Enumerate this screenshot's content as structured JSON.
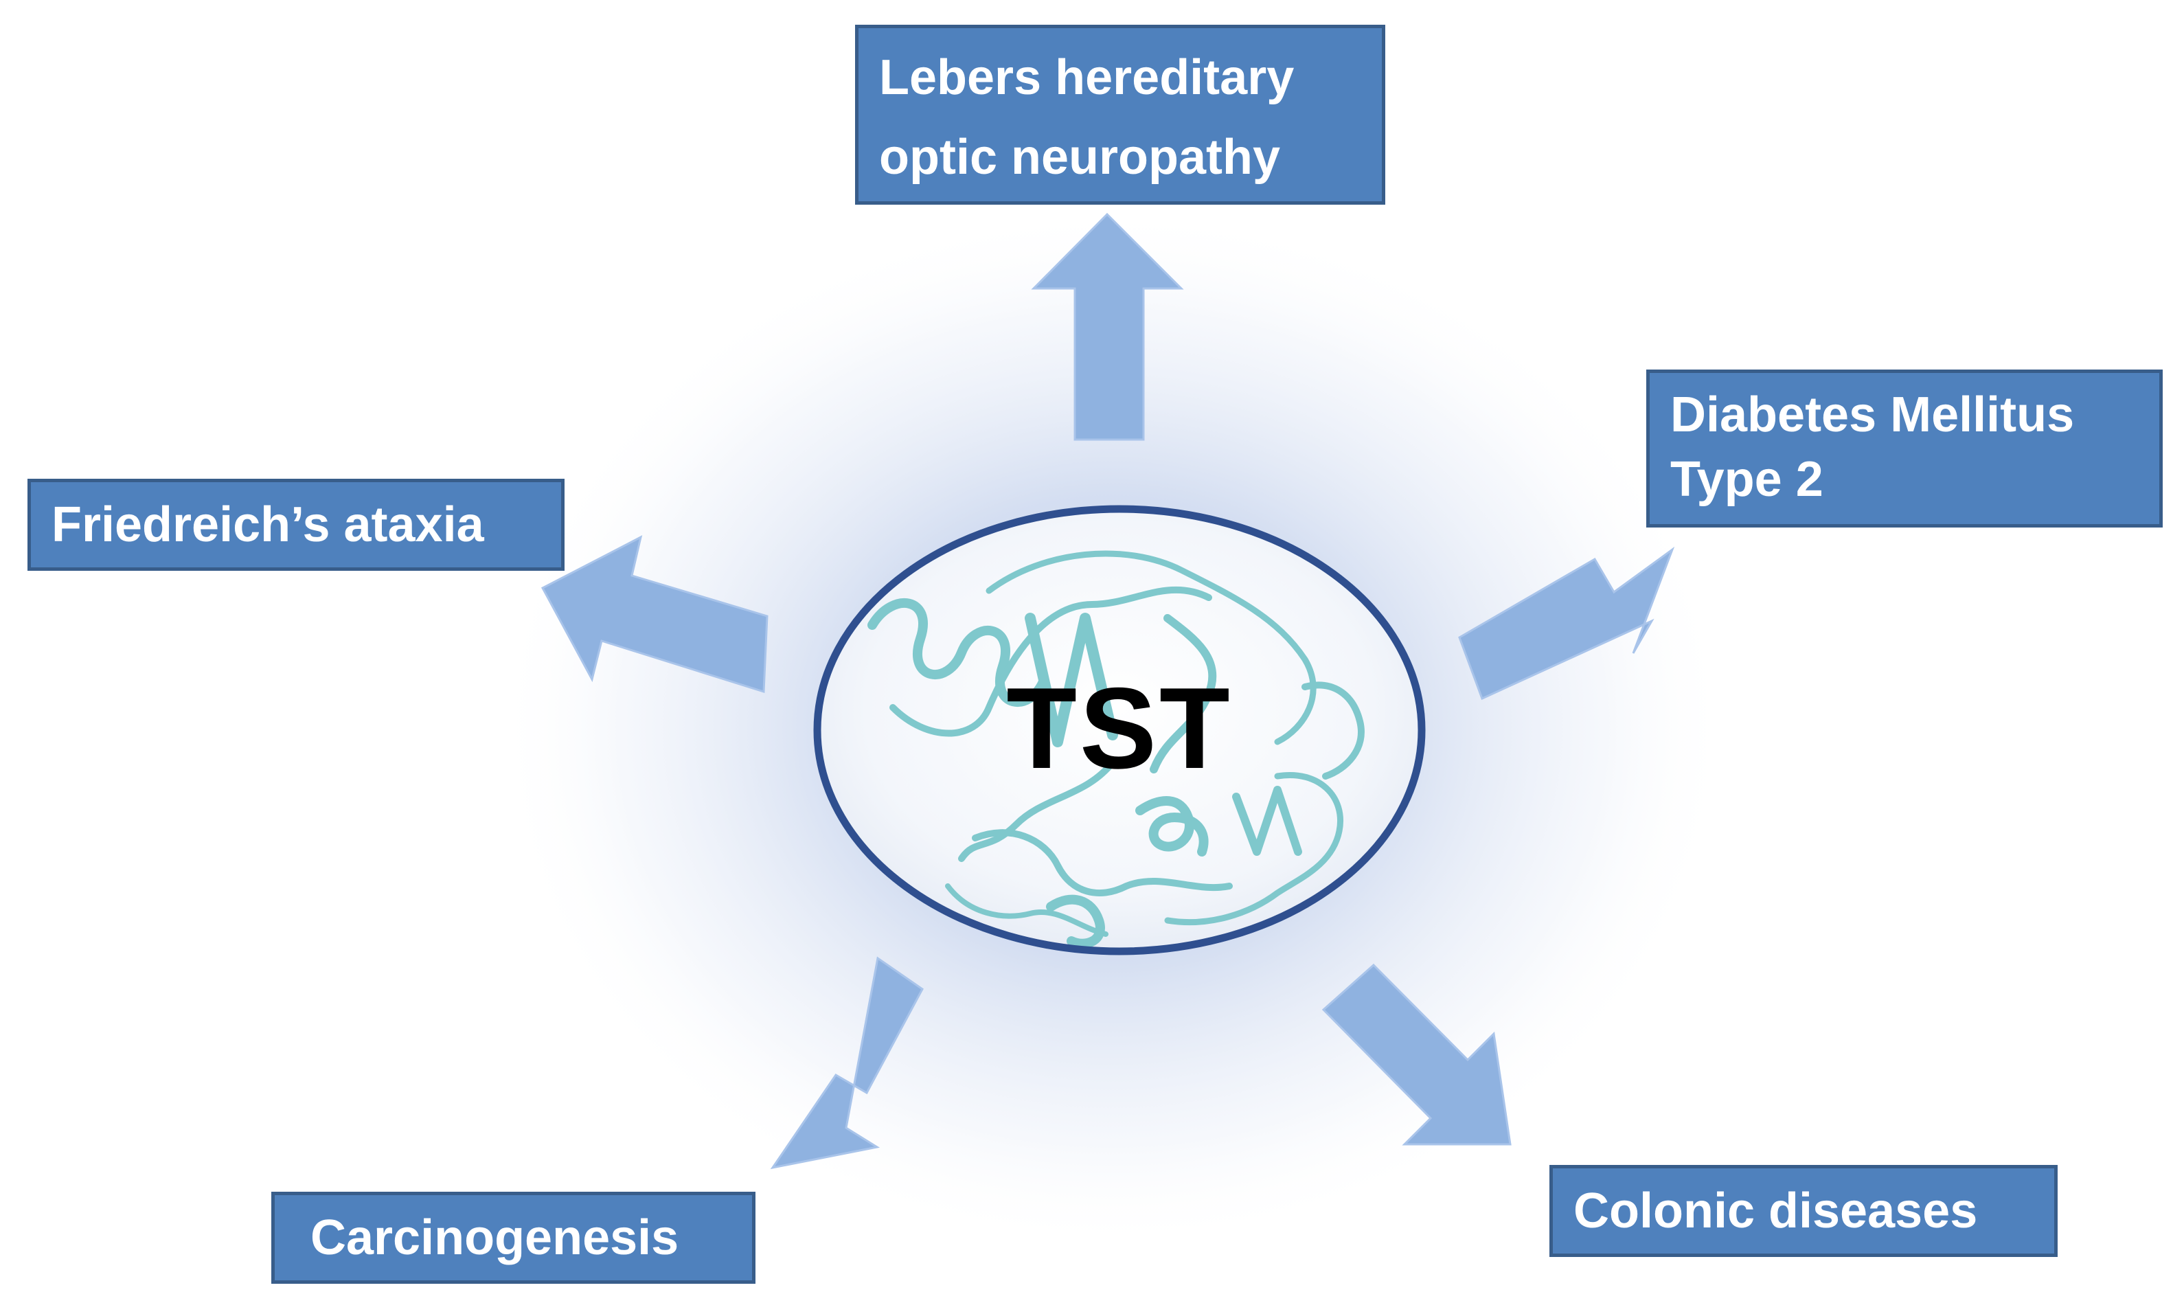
{
  "diagram": {
    "center": {
      "label": "TST"
    },
    "targets": {
      "lhon": {
        "lines": [
          "Lebers hereditary",
          "optic neuropathy"
        ]
      },
      "diabetes": {
        "lines": [
          "Diabetes Mellitus",
          "Type 2"
        ]
      },
      "friedreich": {
        "label": "Friedreich’s ataxia"
      },
      "carcinogenesis": {
        "label": "Carcinogenesis"
      },
      "colonic": {
        "label": "Colonic diseases"
      }
    },
    "colors": {
      "box_fill": "#4f81bd",
      "box_border": "#385d8a",
      "arrow_fill": "#8fb2e0",
      "ellipse_stroke": "#2f4f8f",
      "ribbon": "#7fc8cc",
      "glow": "#b8c8e6"
    }
  }
}
